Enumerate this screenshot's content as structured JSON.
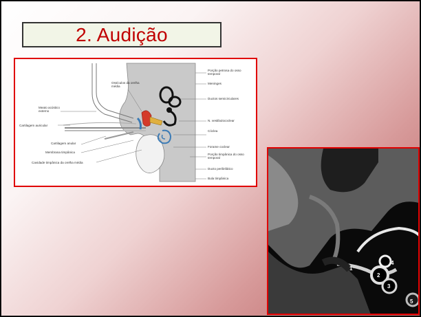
{
  "slide": {
    "title": "2. Audição"
  },
  "diagram": {
    "labels": {
      "ossiculos": "Ossículos da orelha média",
      "meato": "Meato acústico externo",
      "cartilagem_auricular": "Cartilagem auricular",
      "cartilagem_anular": "Cartilagem anular",
      "membrana": "Membrana timpânica",
      "cavidade": "Cavidade timpânica da orelha média",
      "porcao_petrosa": "Porção petrosa do osso temporal",
      "meninges": "Meninges",
      "ductos": "Ductos semicirculares",
      "nervo": "N. vestibulococlear",
      "coclea": "Cóclea",
      "forame": "Forame coclear",
      "porcao_timpanica": "Porção timpânica do osso temporal",
      "ducto_perilinfatico": "Ducto perilinfático",
      "bula": "Bula timpânica"
    }
  },
  "ct_image": {
    "markers": [
      "1",
      "2",
      "3",
      "4",
      "5"
    ]
  }
}
